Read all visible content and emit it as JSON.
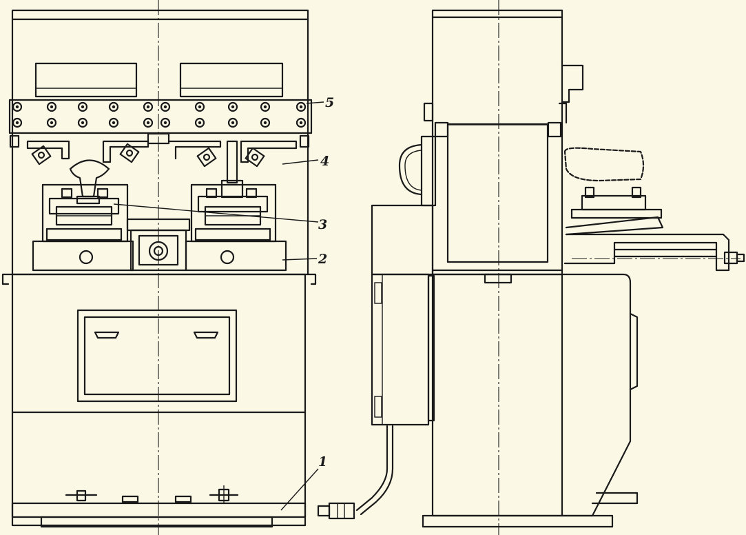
{
  "callouts": [
    {
      "id": "1",
      "text": "1"
    },
    {
      "id": "2",
      "text": "2"
    },
    {
      "id": "3",
      "text": "3"
    },
    {
      "id": "4",
      "text": "4"
    },
    {
      "id": "5",
      "text": "5"
    }
  ],
  "views": [
    "front-view",
    "side-view"
  ],
  "colors": {
    "paper": "#fbf8e6",
    "ink": "#1a1a1a"
  }
}
